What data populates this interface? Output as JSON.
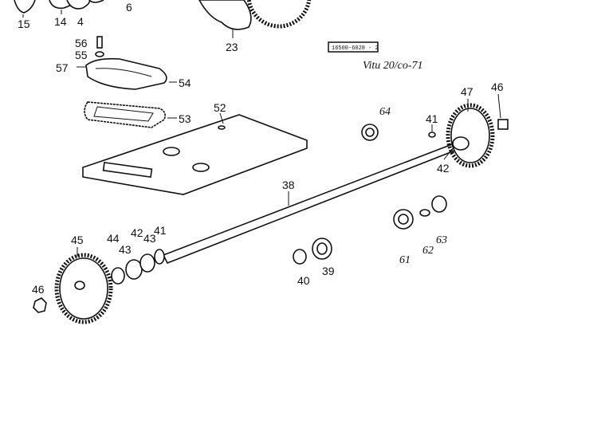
{
  "diagram": {
    "stamp": "16500-6028 - 2",
    "handwritten_note": "Vitu 20/co-71",
    "labels": {
      "p15": "15",
      "p14": "14",
      "p4": "4",
      "p6": "6",
      "p23": "23",
      "p56": "56",
      "p55": "55",
      "p57": "57",
      "p54": "54",
      "p53": "53",
      "p52": "52",
      "p64": "64",
      "p41a": "41",
      "p47": "47",
      "p46a": "46",
      "p42a": "42",
      "p38": "38",
      "p45": "45",
      "p44": "44",
      "p42b": "42",
      "p41b": "41",
      "p43a": "43",
      "p43b": "43",
      "p46b": "46",
      "p40": "40",
      "p39": "39",
      "p61": "61",
      "p62": "62",
      "p63": "63"
    }
  }
}
